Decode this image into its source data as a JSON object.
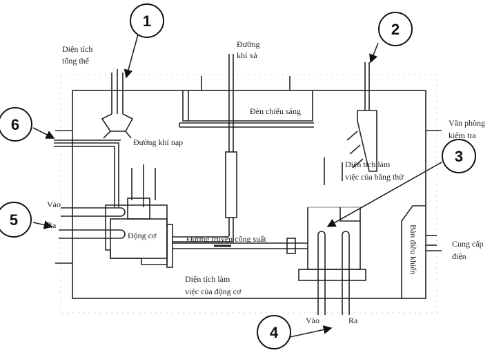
{
  "title": "Test room layout diagram",
  "callouts": [
    "1",
    "2",
    "3",
    "4",
    "5",
    "6"
  ],
  "labels": {
    "total_area": [
      "Diện tích",
      "tổng thể"
    ],
    "exhaust": [
      "Đường",
      "khí xả"
    ],
    "lighting": "Đèn chiếu sáng",
    "office": [
      "Văn phòng",
      "kiểm tra"
    ],
    "intake": "Đường khí nạp",
    "bench_area": [
      "Diện tích làm",
      "việc của băng thử"
    ],
    "engine_in": "Vào",
    "engine_out": "Ra",
    "engine": "Động cơ",
    "power_line": "Đường truyền công suất",
    "engine_area": [
      "Diện tích làm",
      "việc của động cơ"
    ],
    "power_supply": [
      "Cung cấp",
      "điện"
    ],
    "control_desk": "Bàn điều khiển",
    "dyno_in": "Vào",
    "dyno_out": "Ra"
  }
}
